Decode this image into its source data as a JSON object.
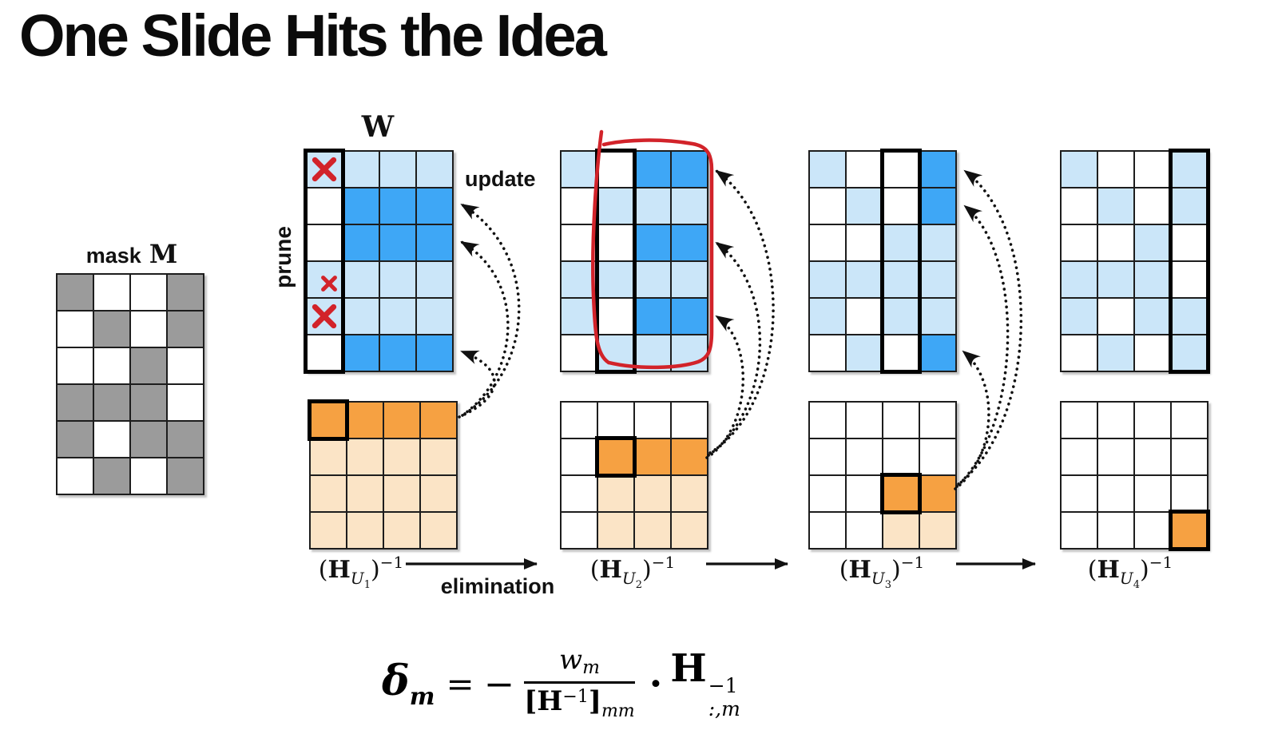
{
  "title": "One Slide Hits the Idea",
  "colors": {
    "dark_blue": "#3EA7F6",
    "light_blue": "#CBE6F9",
    "dark_orange": "#F6A142",
    "light_orange": "#FBE4C6",
    "mask_gray": "#9B9B9B",
    "annotation_red": "#D2232A"
  },
  "labels": {
    "mask_word": "mask",
    "mask_math": "M",
    "weight_matrix": "W",
    "prune": "prune",
    "update": "update",
    "elimination": "elimination"
  },
  "mask": {
    "rows": [
      [
        1,
        0,
        0,
        1
      ],
      [
        0,
        1,
        0,
        1
      ],
      [
        0,
        0,
        1,
        0
      ],
      [
        1,
        1,
        1,
        0
      ],
      [
        1,
        0,
        1,
        1
      ],
      [
        0,
        1,
        0,
        1
      ]
    ]
  },
  "w_matrices": [
    {
      "highlight_col": 0,
      "cells": [
        [
          "L",
          "L",
          "L",
          "L"
        ],
        [
          "W",
          "D",
          "D",
          "D"
        ],
        [
          "W",
          "D",
          "D",
          "D"
        ],
        [
          "L",
          "L",
          "L",
          "L"
        ],
        [
          "L",
          "L",
          "L",
          "L"
        ],
        [
          "W",
          "D",
          "D",
          "D"
        ]
      ],
      "crosses": [
        {
          "row": 0,
          "size": "large"
        },
        {
          "row": 3,
          "size": "small"
        },
        {
          "row": 4,
          "size": "large"
        }
      ]
    },
    {
      "highlight_col": 1,
      "cells": [
        [
          "L",
          "W",
          "D",
          "D"
        ],
        [
          "W",
          "L",
          "L",
          "L"
        ],
        [
          "W",
          "W",
          "D",
          "D"
        ],
        [
          "L",
          "L",
          "L",
          "L"
        ],
        [
          "L",
          "W",
          "D",
          "D"
        ],
        [
          "W",
          "L",
          "L",
          "L"
        ]
      ]
    },
    {
      "highlight_col": 2,
      "cells": [
        [
          "L",
          "W",
          "W",
          "D"
        ],
        [
          "W",
          "L",
          "W",
          "D"
        ],
        [
          "W",
          "W",
          "L",
          "L"
        ],
        [
          "L",
          "L",
          "L",
          "L"
        ],
        [
          "L",
          "W",
          "L",
          "L"
        ],
        [
          "W",
          "L",
          "W",
          "D"
        ]
      ]
    },
    {
      "highlight_col": 3,
      "cells": [
        [
          "L",
          "W",
          "W",
          "L"
        ],
        [
          "W",
          "L",
          "W",
          "L"
        ],
        [
          "W",
          "W",
          "L",
          "W"
        ],
        [
          "L",
          "L",
          "L",
          "W"
        ],
        [
          "L",
          "W",
          "L",
          "L"
        ],
        [
          "W",
          "L",
          "W",
          "L"
        ]
      ]
    }
  ],
  "h_matrices": [
    {
      "highlight_cell": [
        0,
        0
      ],
      "cells": [
        [
          "O",
          "O",
          "O",
          "O"
        ],
        [
          "P",
          "P",
          "P",
          "P"
        ],
        [
          "P",
          "P",
          "P",
          "P"
        ],
        [
          "P",
          "P",
          "P",
          "P"
        ]
      ],
      "label": {
        "open": "(",
        "H": "H",
        "U": "U",
        "idx": "1",
        "close": ")",
        "sup": "−1"
      }
    },
    {
      "highlight_cell": [
        1,
        1
      ],
      "cells": [
        [
          "W",
          "W",
          "W",
          "W"
        ],
        [
          "W",
          "O",
          "O",
          "O"
        ],
        [
          "W",
          "P",
          "P",
          "P"
        ],
        [
          "W",
          "P",
          "P",
          "P"
        ]
      ],
      "label": {
        "open": "(",
        "H": "H",
        "U": "U",
        "idx": "2",
        "close": ")",
        "sup": "−1"
      }
    },
    {
      "highlight_cell": [
        2,
        2
      ],
      "cells": [
        [
          "W",
          "W",
          "W",
          "W"
        ],
        [
          "W",
          "W",
          "W",
          "W"
        ],
        [
          "W",
          "W",
          "O",
          "O"
        ],
        [
          "W",
          "W",
          "P",
          "P"
        ]
      ],
      "label": {
        "open": "(",
        "H": "H",
        "U": "U",
        "idx": "3",
        "close": ")",
        "sup": "−1"
      }
    },
    {
      "highlight_cell": [
        3,
        3
      ],
      "cells": [
        [
          "W",
          "W",
          "W",
          "W"
        ],
        [
          "W",
          "W",
          "W",
          "W"
        ],
        [
          "W",
          "W",
          "W",
          "W"
        ],
        [
          "W",
          "W",
          "W",
          "O"
        ]
      ],
      "label": {
        "open": "(",
        "H": "H",
        "U": "U",
        "idx": "4",
        "close": ")",
        "sup": "−1"
      }
    }
  ],
  "formula": {
    "delta": "δ",
    "delta_sub": "m",
    "equals": "=",
    "minus": "−",
    "num_var": "w",
    "num_sub": "m",
    "den_open": "[",
    "den_var": "H",
    "den_sup": "−1",
    "den_close": "]",
    "den_sub": "mm",
    "cdot": "·",
    "tail_var": "H",
    "tail_sup": "−1",
    "tail_sub": ":,m"
  }
}
